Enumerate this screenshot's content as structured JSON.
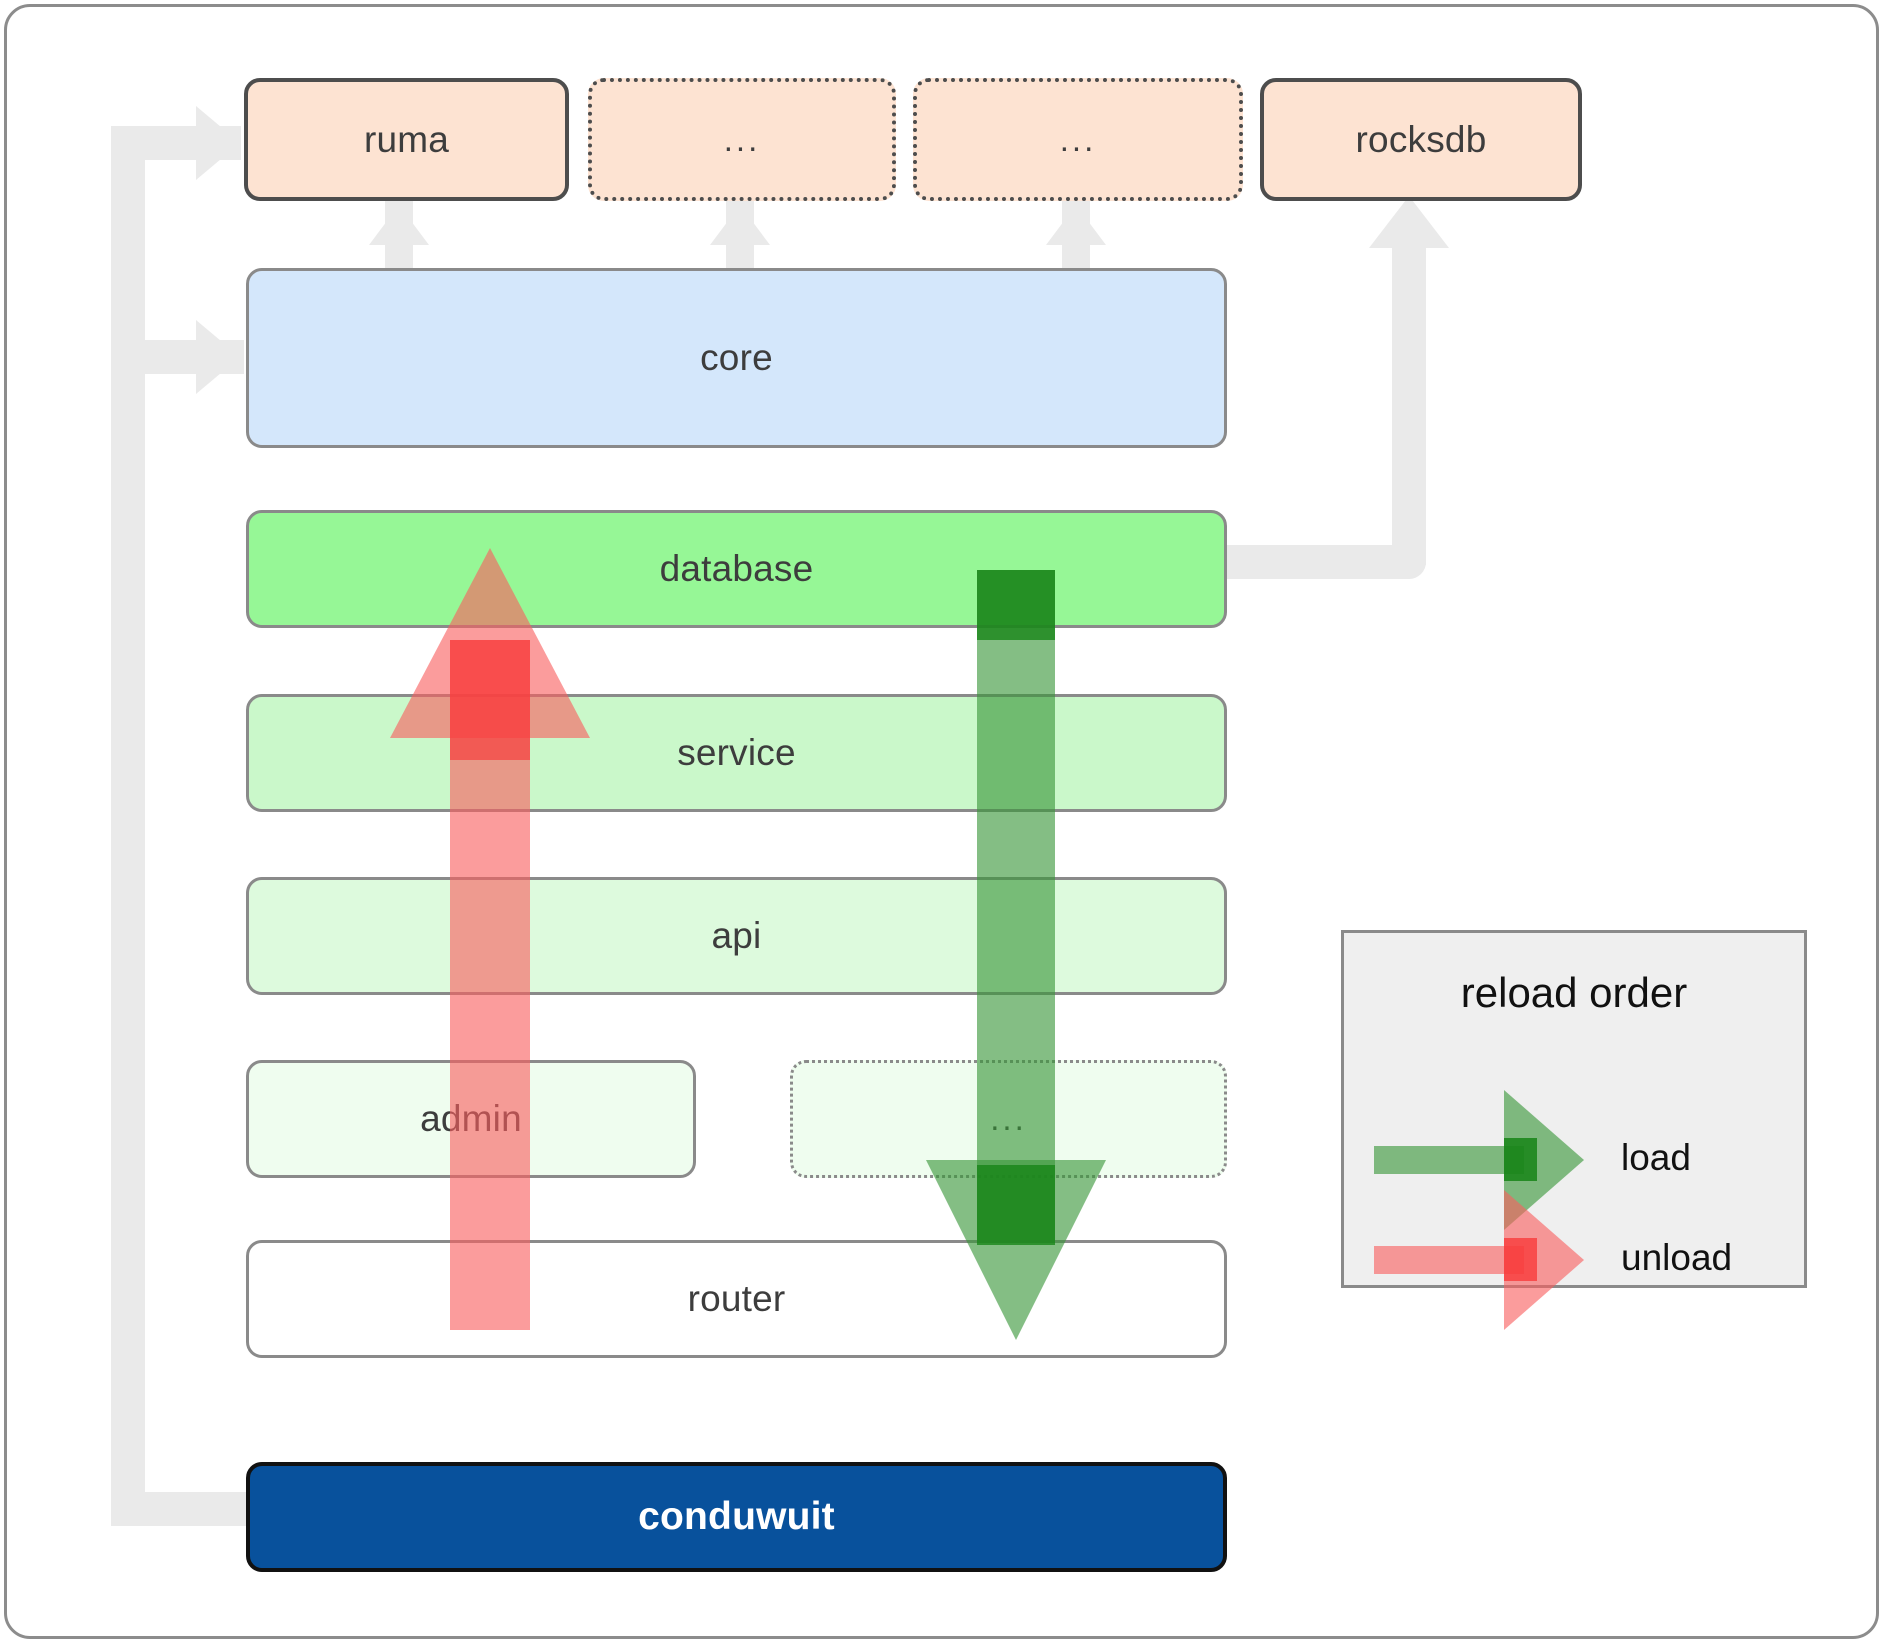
{
  "diagram": {
    "title": "conduwuit crate dependency / reload order",
    "colors": {
      "dependency_fill": "#fde3d2",
      "dependency_stroke": "#4d4d4d",
      "core_fill": "#d4e7fb",
      "layer_stroke": "#8a8a8a",
      "root_fill": "#08519c",
      "root_text": "#ffffff",
      "connector": "#eaeaea",
      "load_arrow": "#389638",
      "unload_arrow": "#f86060",
      "legend_fill": "#efefef",
      "frame_stroke": "#8c8c8c"
    },
    "dependencies": [
      {
        "label": "ruma",
        "style": "solid"
      },
      {
        "label": "...",
        "style": "dotted"
      },
      {
        "label": "...",
        "style": "dotted"
      },
      {
        "label": "rocksdb",
        "style": "solid"
      }
    ],
    "core": {
      "label": "core"
    },
    "layers": [
      {
        "label": "database",
        "fill": "#96f796",
        "style": "solid"
      },
      {
        "label": "service",
        "fill": "#caf8ca",
        "style": "solid"
      },
      {
        "label": "api",
        "fill": "#ddfadd",
        "style": "solid"
      },
      {
        "label": "admin",
        "fill": "#effdef",
        "style": "solid"
      },
      {
        "label": "...",
        "fill": "#effdef",
        "style": "dotted"
      },
      {
        "label": "router",
        "fill": "#ffffff",
        "style": "solid"
      }
    ],
    "root": {
      "label": "conduwuit"
    },
    "legend": {
      "title": "reload order",
      "entries": [
        {
          "label": "load",
          "color": "#389638",
          "direction": "down"
        },
        {
          "label": "unload",
          "color": "#f86060",
          "direction": "up"
        }
      ]
    }
  }
}
